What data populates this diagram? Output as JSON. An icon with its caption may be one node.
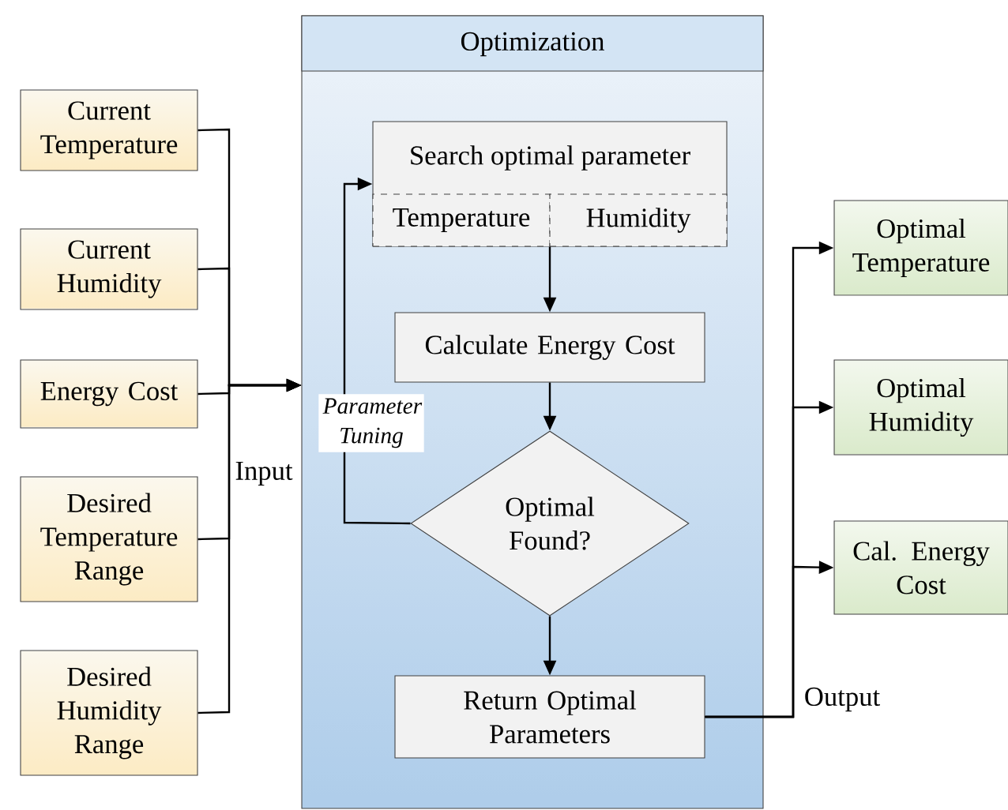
{
  "diagram": {
    "nodes": [
      {
        "text": [
          "Optimization"
        ]
      },
      {
        "text": [
          "Current Temperature"
        ]
      },
      {
        "text": [
          "Current Humidity"
        ]
      },
      {
        "text": [
          "Energy Cost"
        ]
      },
      {
        "text": [
          "Desired Temperature Range"
        ]
      },
      {
        "text": [
          "Desired Humidity Range"
        ]
      },
      {
        "text": [
          "Search optimal parameter"
        ],
        "in": 0
      },
      {
        "text": [
          "Temperature"
        ],
        "in": 6
      },
      {
        "text": [
          "Humidity"
        ],
        "in": 6
      },
      {
        "text": [
          "Calculate Energy Cost"
        ],
        "in": 0
      },
      {
        "text": [
          "Optimal Found?"
        ],
        "in": 0
      },
      {
        "text": [
          "Return Optimal Parameters"
        ],
        "in": 0
      },
      {
        "text": [
          "Optimal Temperature"
        ]
      },
      {
        "text": [
          "Optimal Humidity"
        ]
      },
      {
        "text": [
          "Cal. Energy Cost"
        ]
      }
    ],
    "edges": [
      {
        "from": 1,
        "to": 0,
        "arrow": "to"
      },
      {
        "from": 2,
        "to": 0,
        "arrow": "to"
      },
      {
        "from": 3,
        "to": 0,
        "arrow": "to"
      },
      {
        "from": 4,
        "to": 0,
        "arrow": "to"
      },
      {
        "from": 5,
        "to": 0,
        "arrow": "to"
      },
      {
        "from": 6,
        "to": 9,
        "arrow": "to"
      },
      {
        "from": 9,
        "to": 10,
        "arrow": "to"
      },
      {
        "from": 10,
        "to": 11,
        "arrow": "to"
      },
      {
        "from": 10,
        "to": 6,
        "arrow": "to",
        "label": "Parameter Tuning"
      },
      {
        "from": 11,
        "to": 12,
        "arrow": "to"
      },
      {
        "from": 11,
        "to": 13,
        "arrow": "to"
      },
      {
        "from": 11,
        "to": 14,
        "arrow": "to"
      }
    ],
    "labels": [
      "Input",
      "Output"
    ]
  }
}
